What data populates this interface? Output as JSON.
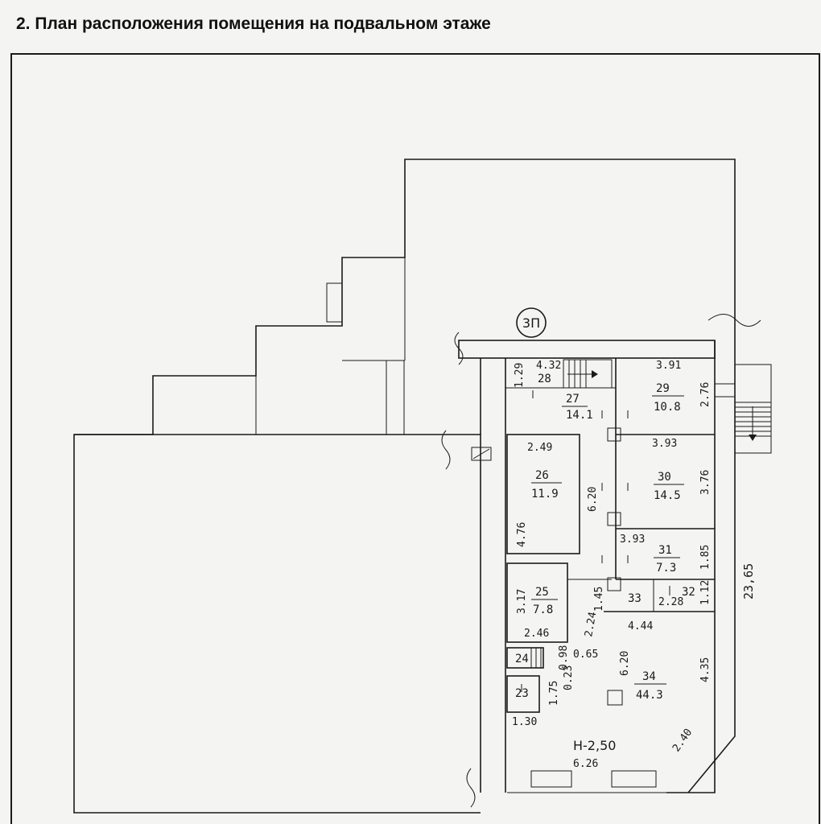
{
  "title": "2. План расположения помещения на подвальном этаже",
  "axis_mark": "3П",
  "height_note": "H-2,50",
  "rooms": [
    {
      "number": "23",
      "area": ""
    },
    {
      "number": "24",
      "area": ""
    },
    {
      "number": "25",
      "area": "7.8"
    },
    {
      "number": "26",
      "area": "11.9"
    },
    {
      "number": "27",
      "area": "14.1"
    },
    {
      "number": "28",
      "area": ""
    },
    {
      "number": "29",
      "area": "10.8"
    },
    {
      "number": "30",
      "area": "14.5"
    },
    {
      "number": "31",
      "area": "7.3"
    },
    {
      "number": "32",
      "area": ""
    },
    {
      "number": "33",
      "area": ""
    },
    {
      "number": "34",
      "area": "44.3"
    }
  ],
  "dimensions": {
    "d_1_29": "1.29",
    "d_4_32": "4.32",
    "d_3_91": "3.91",
    "d_2_76": "2.76",
    "d_2_49": "2.49",
    "d_3_93a": "3.93",
    "d_3_76": "3.76",
    "d_6_20a": "6.20",
    "d_4_76": "4.76",
    "d_3_93b": "3.93",
    "d_1_85": "1.85",
    "d_23_65": "23,65",
    "d_1_45": "1.45",
    "d_1_12": "1.12",
    "d_2_28": "2.28",
    "d_3_17": "3.17",
    "d_2_24": "2.24",
    "d_4_44": "4.44",
    "d_2_46": "2.46",
    "d_0_98": "0.98",
    "d_0_65": "0.65",
    "d_6_20b": "6.20",
    "d_4_35": "4.35",
    "d_0_23": "0.23",
    "d_1_75": "1.75",
    "d_1_30": "1.30",
    "d_2_40": "2.40",
    "d_6_26": "6.26"
  }
}
